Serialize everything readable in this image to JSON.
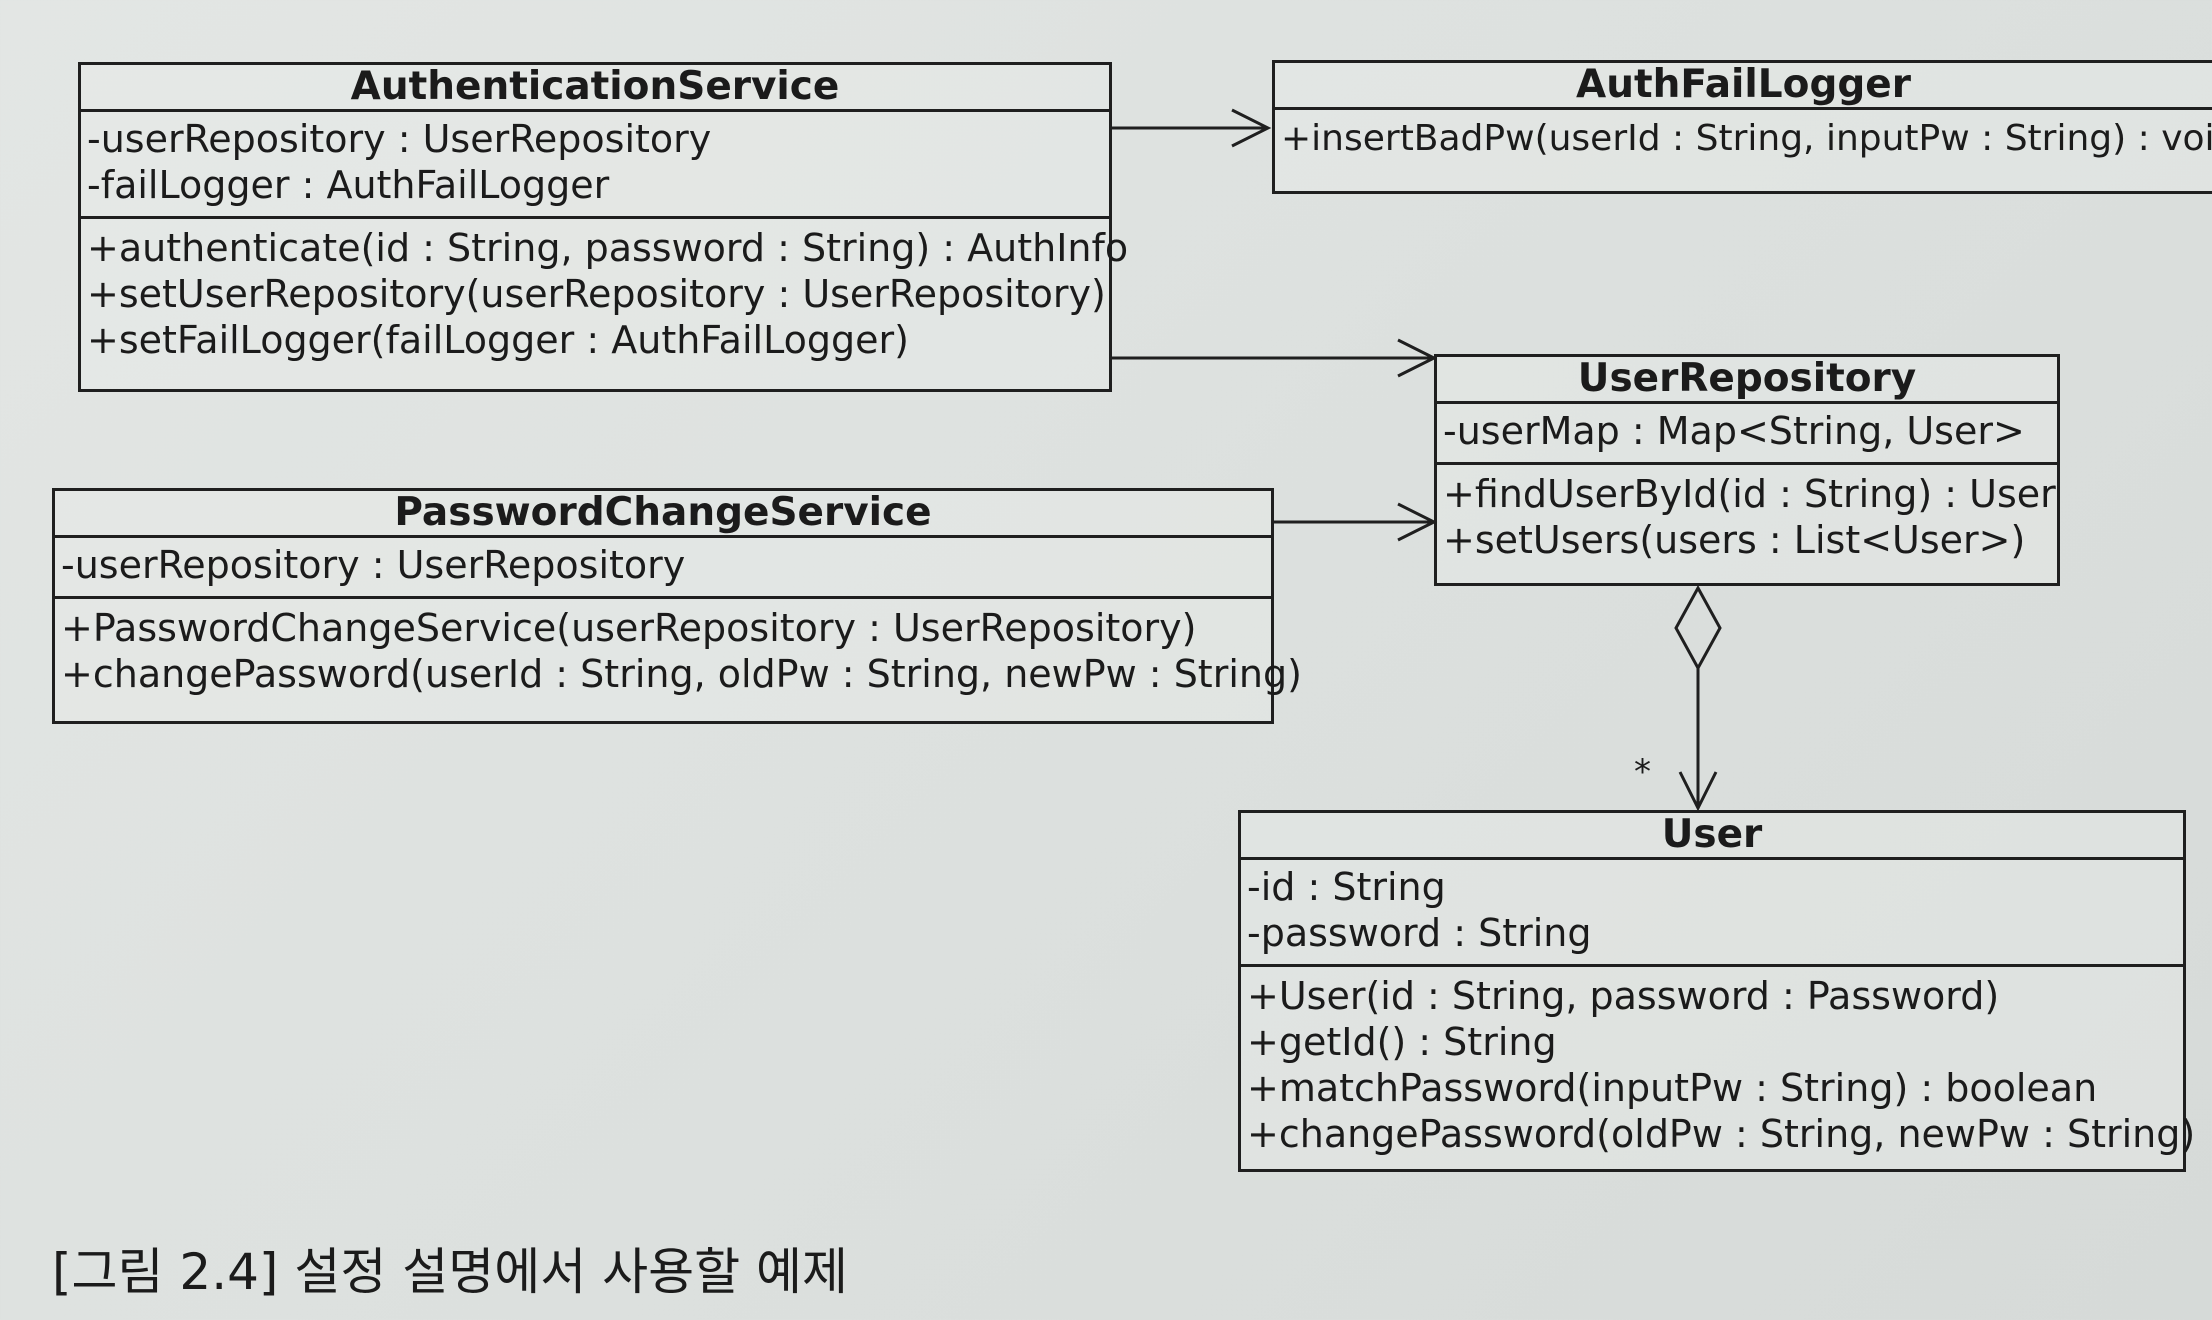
{
  "classes": {
    "authentication_service": {
      "name": "AuthenticationService",
      "attributes": [
        "-userRepository : UserRepository",
        "-failLogger : AuthFailLogger"
      ],
      "operations": [
        "+authenticate(id : String, password : String) : AuthInfo",
        "+setUserRepository(userRepository : UserRepository)",
        "+setFailLogger(failLogger : AuthFailLogger)"
      ]
    },
    "auth_fail_logger": {
      "name": "AuthFailLogger",
      "operations": [
        "+insertBadPw(userId : String, inputPw : String) : void"
      ]
    },
    "user_repository": {
      "name": "UserRepository",
      "attributes": [
        "-userMap : Map<String, User>"
      ],
      "operations": [
        "+findUserById(id : String) : User",
        "+setUsers(users : List<User>)"
      ]
    },
    "password_change_service": {
      "name": "PasswordChangeService",
      "attributes": [
        "-userRepository : UserRepository"
      ],
      "operations": [
        "+PasswordChangeService(userRepository : UserRepository)",
        "+changePassword(userId : String, oldPw : String, newPw : String)"
      ]
    },
    "user": {
      "name": "User",
      "attributes": [
        "-id : String",
        "-password : String"
      ],
      "operations": [
        "+User(id : String, password : Password)",
        "+getId() : String",
        "+matchPassword(inputPw : String) : boolean",
        "+changePassword(oldPw : String, newPw : String)"
      ]
    }
  },
  "relations": {
    "aggregation_multiplicity": "*"
  },
  "caption": "[그림 2.4] 설정 설명에서 사용할 예제"
}
